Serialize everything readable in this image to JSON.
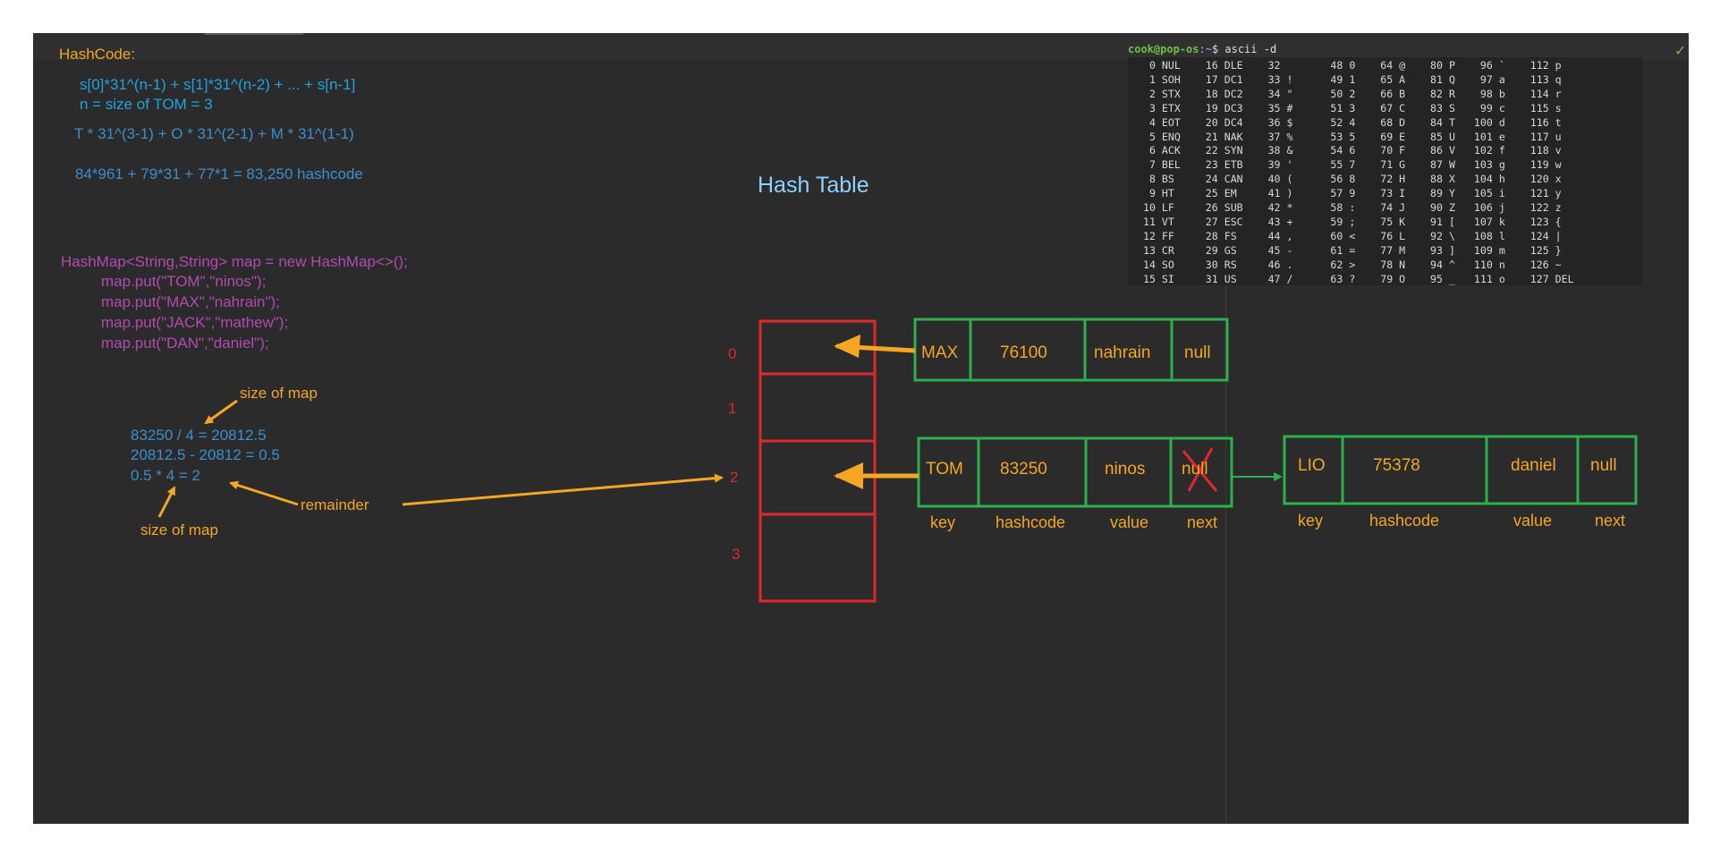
{
  "hashcode": {
    "title": "HashCode:",
    "formula": "s[0]*31^(n-1) + s[1]*31^(n-2) + ... + s[n-1]",
    "n_line": "n = size of TOM = 3",
    "expansion": "T * 31^(3-1) + O * 31^(2-1) + M * 31^(1-1)",
    "result": "84*961 + 79*31 + 77*1 = 83,250 hashcode"
  },
  "code": {
    "decl": "HashMap<String,String> map = new HashMap<>();",
    "puts": [
      "map.put(\"TOM\",\"ninos\");",
      "map.put(\"MAX\",\"nahrain\");",
      "map.put(\"JACK\",\"mathew\");",
      "map.put(\"DAN\",\"daniel\");"
    ]
  },
  "index_calc": {
    "lines": [
      "83250 / 4 = 20812.5",
      "20812.5 - 20812 = 0.5",
      "0.5 * 4 = 2"
    ],
    "size_label_top": "size of map",
    "size_label_bottom": "size of map",
    "remainder_label": "remainder"
  },
  "table": {
    "title": "Hash Table",
    "indices": [
      "0",
      "1",
      "2",
      "3"
    ]
  },
  "nodes": {
    "max": {
      "key": "MAX",
      "hash": "76100",
      "value": "nahrain",
      "next": "null"
    },
    "tom": {
      "key": "TOM",
      "hash": "83250",
      "value": "ninos",
      "next": "null"
    },
    "lio": {
      "key": "LIO",
      "hash": "75378",
      "value": "daniel",
      "next": "null"
    },
    "field_labels": {
      "key": "key",
      "hash": "hashcode",
      "value": "value",
      "next": "next"
    }
  },
  "terminal": {
    "user": "cook@pop-os",
    "path": ":~",
    "command": "$ ascii -d",
    "rows": [
      "  0 NUL    16 DLE    32        48 0    64 @    80 P    96 `    112 p",
      "  1 SOH    17 DC1    33 !      49 1    65 A    81 Q    97 a    113 q",
      "  2 STX    18 DC2    34 \"      50 2    66 B    82 R    98 b    114 r",
      "  3 ETX    19 DC3    35 #      51 3    67 C    83 S    99 c    115 s",
      "  4 EOT    20 DC4    36 $      52 4    68 D    84 T   100 d    116 t",
      "  5 ENQ    21 NAK    37 %      53 5    69 E    85 U   101 e    117 u",
      "  6 ACK    22 SYN    38 &      54 6    70 F    86 V   102 f    118 v",
      "  7 BEL    23 ETB    39 '      55 7    71 G    87 W   103 g    119 w",
      "  8 BS     24 CAN    40 (      56 8    72 H    88 X   104 h    120 x",
      "  9 HT     25 EM     41 )      57 9    73 I    89 Y   105 i    121 y",
      " 10 LF     26 SUB    42 *      58 :    74 J    90 Z   106 j    122 z",
      " 11 VT     27 ESC    43 +      59 ;    75 K    91 [   107 k    123 {",
      " 12 FF     28 FS     44 ,      60 <    76 L    92 \\   108 l    124 |",
      " 13 CR     29 GS     45 -      61 =    77 M    93 ]   109 m    125 }",
      " 14 SO     30 RS     46 .      62 >    78 N    94 ^   110 n    126 ~",
      " 15 SI     31 US     47 /      63 ?    79 O    95 _   111 o    127 DEL"
    ]
  },
  "colors": {
    "orange": "#f5a623",
    "green": "#2bb24c",
    "red": "#e0282b",
    "blue": "#1fa3e0",
    "purple": "#b349b3"
  }
}
